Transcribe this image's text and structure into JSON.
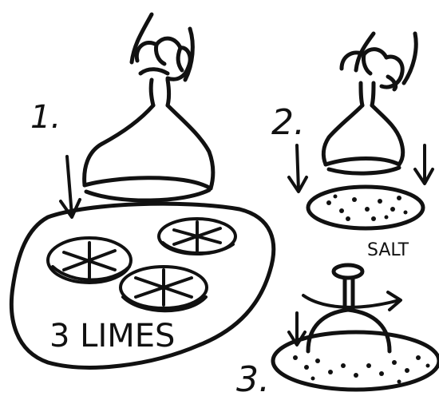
{
  "steps": [
    {
      "number": "1.",
      "label": "3 LIMES"
    },
    {
      "number": "2.",
      "label": "SALT"
    },
    {
      "number": "3.",
      "label": ""
    }
  ],
  "ink_color": "#111111",
  "paper_color": "#ffffff",
  "icons": [
    "hand-icon",
    "glass-icon",
    "plate-icon",
    "lime-icon",
    "salt-plate-icon",
    "arrow-icon",
    "rotate-arrow-icon"
  ]
}
